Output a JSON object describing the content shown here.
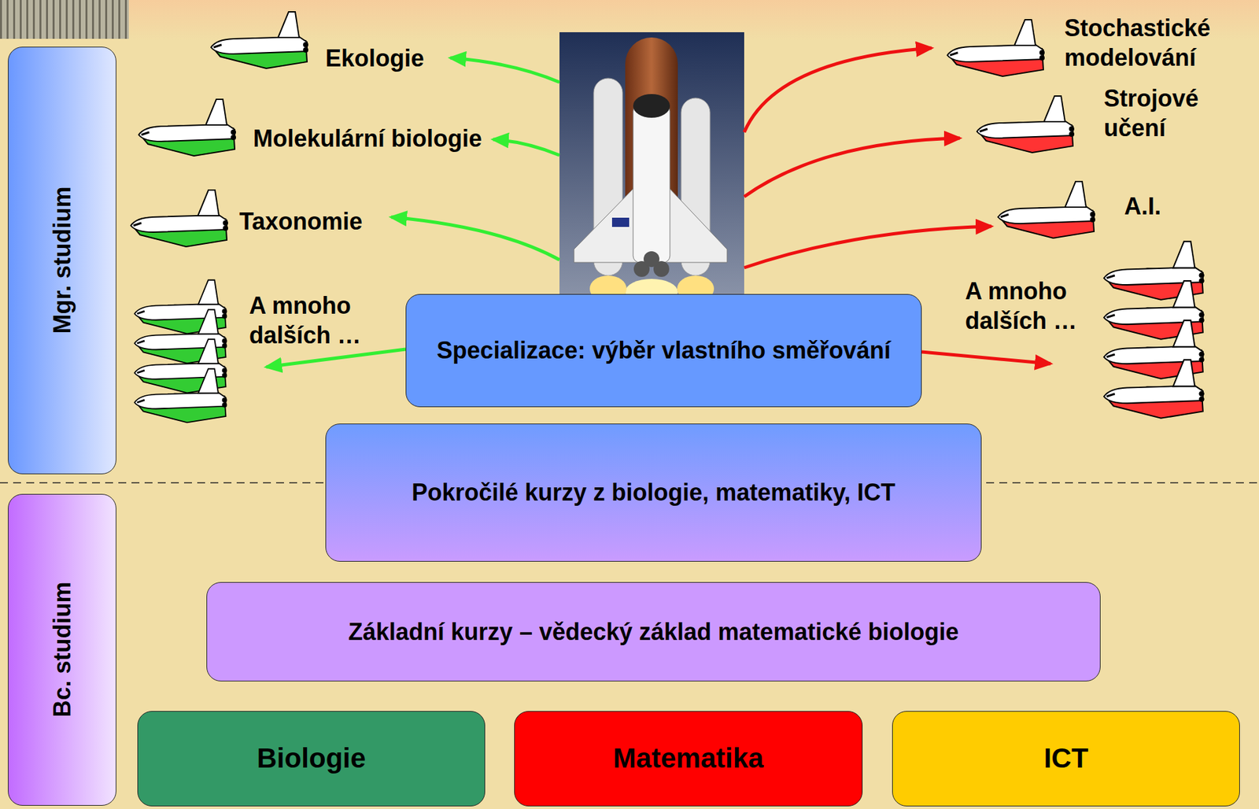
{
  "diagram": {
    "nodes": [
      {
        "text": [
          "Mgr. studium"
        ]
      },
      {
        "text": [
          "Specializace: výběr vlastního směřování"
        ]
      },
      {
        "text": [
          "Pokročilé kurzy z biologie, matematiky, ICT"
        ]
      },
      {
        "text": [
          "Bc. studium"
        ]
      },
      {
        "text": [
          "Základní kurzy – vědecký základ matematické biologie"
        ]
      },
      {
        "text": [
          "Biologie"
        ]
      },
      {
        "text": [
          "Matematika"
        ]
      },
      {
        "text": [
          "ICT"
        ]
      }
    ],
    "labels": [
      "Ekologie",
      "Stochastické modelování",
      "Molekulární biologie",
      "Strojové učení",
      "Taxonomie",
      "A.I.",
      "A mnoho dalších …",
      "A mnoho dalších …"
    ]
  }
}
